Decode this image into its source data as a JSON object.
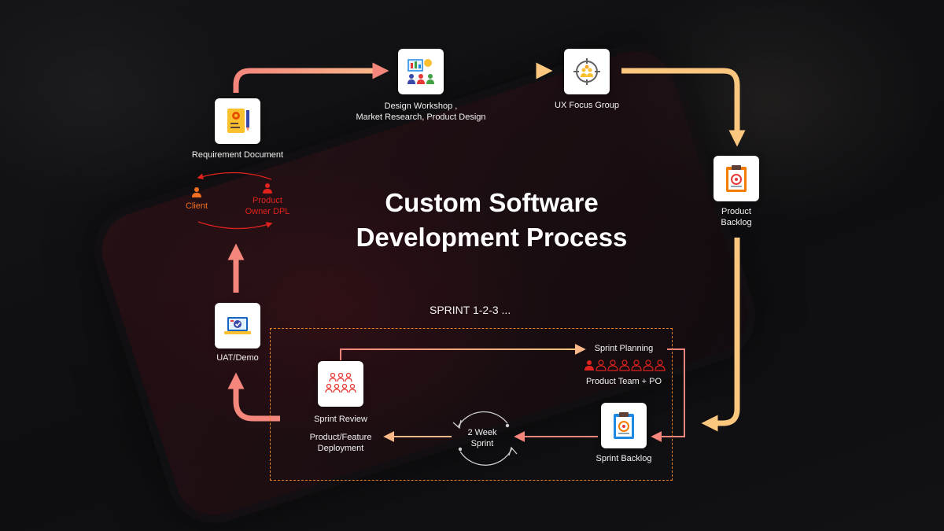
{
  "title_line1": "Custom Software",
  "title_line2": "Development Process",
  "colors": {
    "salmon": "#f4867c",
    "peach": "#fbb98a",
    "amber": "#fbc77f",
    "orange_dash": "#e8822a",
    "client_orange": "#f36f21",
    "owner_red": "#e0221f"
  },
  "nodes": {
    "requirement": {
      "label": "Requirement Document",
      "icon": "document-gear-icon"
    },
    "design": {
      "label_line1": "Design Workshop ,",
      "label_line2": "Market Research,  Product Design",
      "icon": "workshop-team-icon"
    },
    "ux": {
      "label": "UX Focus Group",
      "icon": "target-group-icon"
    },
    "backlog": {
      "label_line1": "Product",
      "label_line2": "Backlog",
      "icon": "clipboard-icon"
    },
    "uat": {
      "label": "UAT/Demo",
      "icon": "laptop-check-icon"
    },
    "sprint_review": {
      "label": "Sprint Review",
      "icon": "audience-icon"
    },
    "sprint_backlog": {
      "label": "Sprint Backlog",
      "icon": "clipboard-icon"
    }
  },
  "client": {
    "label": "Client"
  },
  "owner": {
    "label_line1": "Product",
    "label_line2": "Owner DPL"
  },
  "sprint": {
    "title": "SPRINT 1-2-3 ...",
    "planning": "Sprint Planning",
    "team": "Product Team + PO",
    "deployment_line1": "Product/Feature",
    "deployment_line2": "Deployment",
    "cycle_line1": "2 Week",
    "cycle_line2": "Sprint"
  }
}
